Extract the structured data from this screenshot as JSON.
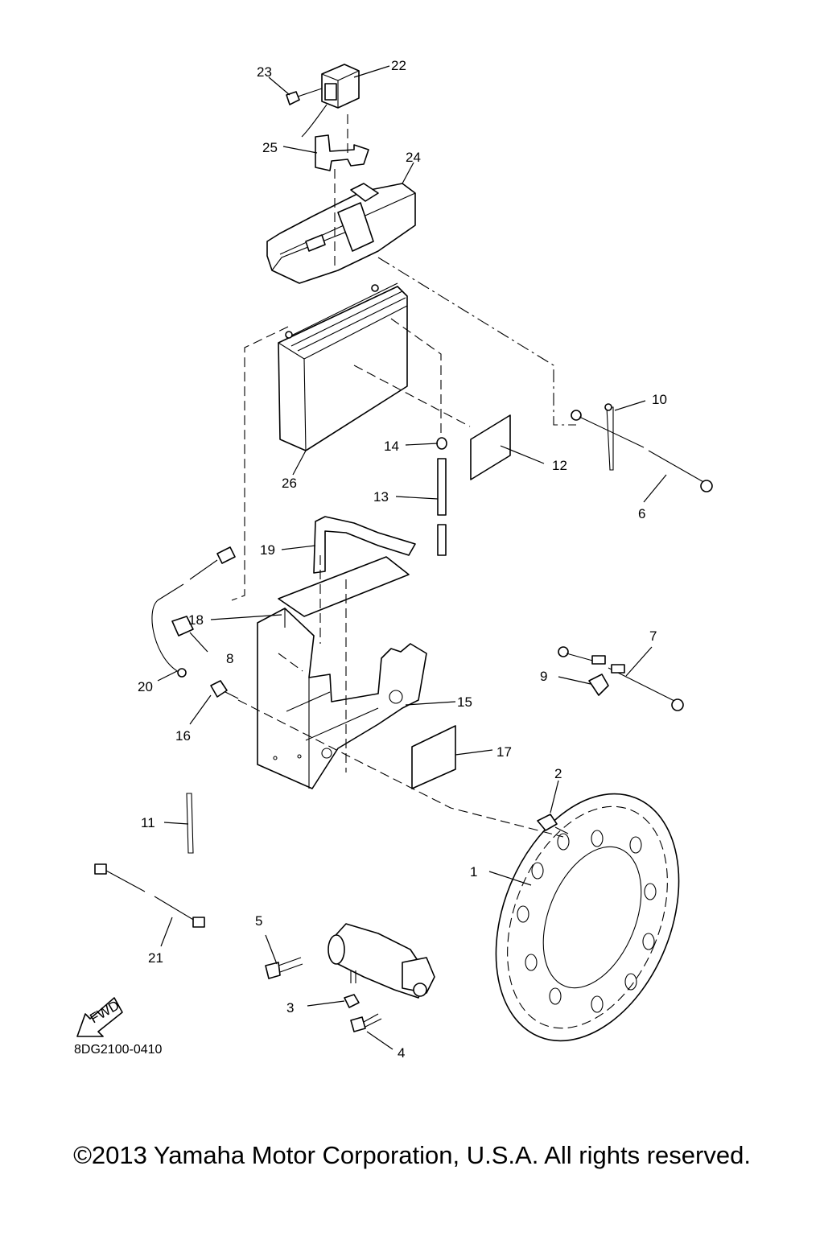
{
  "callouts": [
    "1",
    "2",
    "3",
    "4",
    "5",
    "6",
    "7",
    "8",
    "9",
    "10",
    "11",
    "12",
    "13",
    "14",
    "15",
    "16",
    "17",
    "18",
    "19",
    "20",
    "21",
    "22",
    "23",
    "24",
    "25",
    "26"
  ],
  "fwd_label": "FWD",
  "diagram_code": "8DG2100-0410",
  "copyright": "©2013 Yamaha Motor Corporation, U.S.A. All rights reserved."
}
